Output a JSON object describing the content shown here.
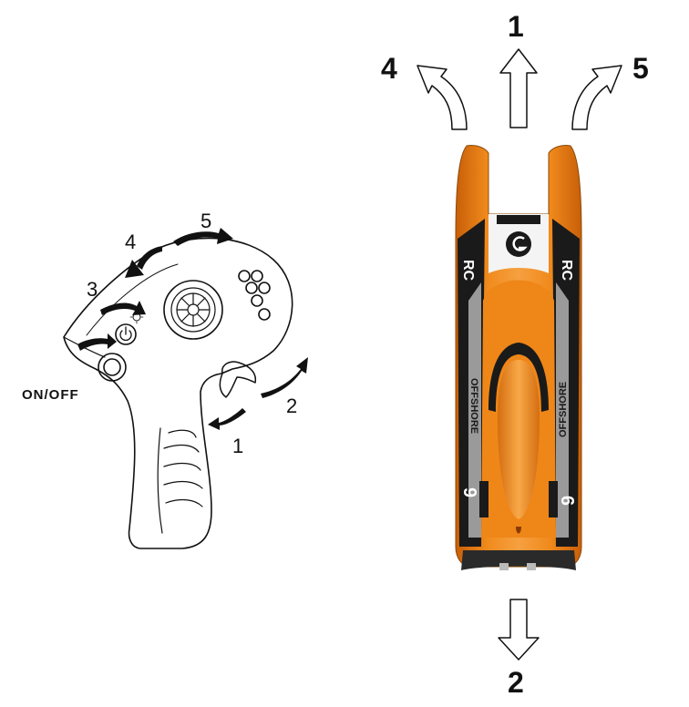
{
  "controller": {
    "power_label": "ON/OFF",
    "callouts": {
      "n1": "1",
      "n2": "2",
      "n3": "3",
      "n4": "4",
      "n5": "5"
    }
  },
  "boat": {
    "directions": {
      "forward": "1",
      "reverse": "2",
      "left": "4",
      "right": "5"
    },
    "decals": {
      "rc": "RC",
      "offshore": "OFFSHORE",
      "number": "9"
    }
  },
  "colors": {
    "hull_orange": "#f08a1c",
    "hull_dark_orange": "#c85f08",
    "decal_black": "#1a1a1a",
    "decal_grey": "#9a9a9a",
    "line": "#111111"
  }
}
